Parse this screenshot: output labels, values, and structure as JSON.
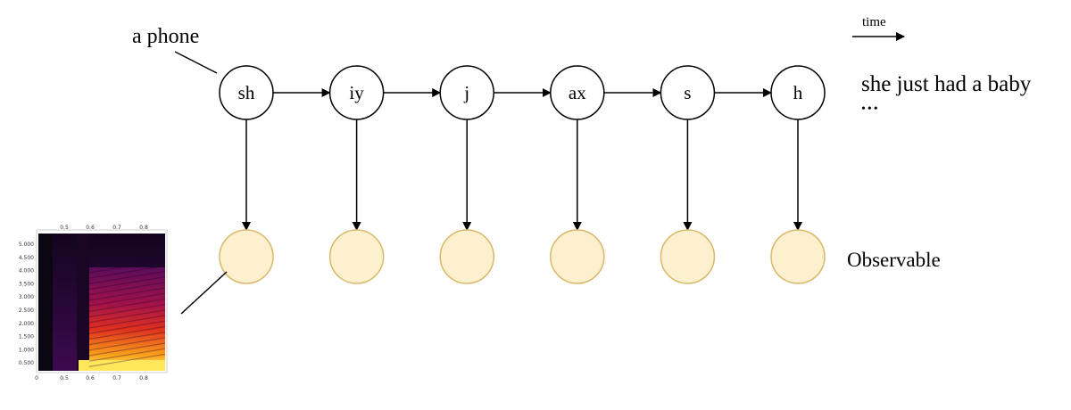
{
  "labels": {
    "phone_callout": "a phone",
    "time": "time",
    "sentence": "she just had a baby",
    "ellipsis": "•••",
    "observable": "Observable"
  },
  "phones": [
    "sh",
    "iy",
    "j",
    "ax",
    "s",
    "h"
  ],
  "spectrogram": {
    "top_ticks": [
      "0.5",
      "0.6",
      "0.7",
      "0.8"
    ],
    "bottom_ticks": [
      "0",
      "0.5",
      "0.6",
      "0.7",
      "0.8"
    ],
    "y_ticks": [
      "5.000",
      "4.500",
      "4.000",
      "3.500",
      "3.000",
      "2.500",
      "2.000",
      "1.500",
      "1.000",
      "0.500"
    ]
  },
  "colors": {
    "hidden_fill": "#ffffff",
    "hidden_stroke": "#000000",
    "observed_fill": "#fdf0cf",
    "observed_stroke": "#d9b86a",
    "edge": "#000000"
  }
}
